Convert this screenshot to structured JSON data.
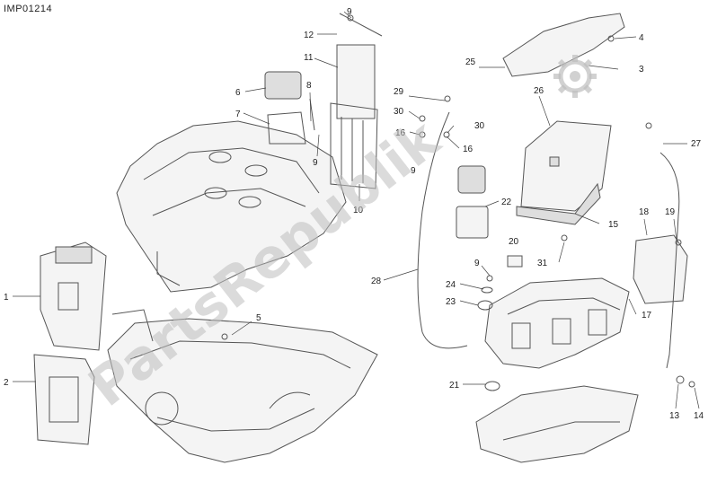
{
  "diagram": {
    "code": "IMP01214",
    "watermark": "PartsRepublik",
    "labels": [
      "1",
      "2",
      "3",
      "4",
      "5",
      "6",
      "7",
      "8",
      "9",
      "9",
      "9",
      "9",
      "10",
      "11",
      "12",
      "13",
      "14",
      "15",
      "16",
      "16",
      "17",
      "18",
      "19",
      "20",
      "21",
      "22",
      "23",
      "24",
      "25",
      "26",
      "27",
      "28",
      "29",
      "30",
      "30",
      "31"
    ]
  }
}
